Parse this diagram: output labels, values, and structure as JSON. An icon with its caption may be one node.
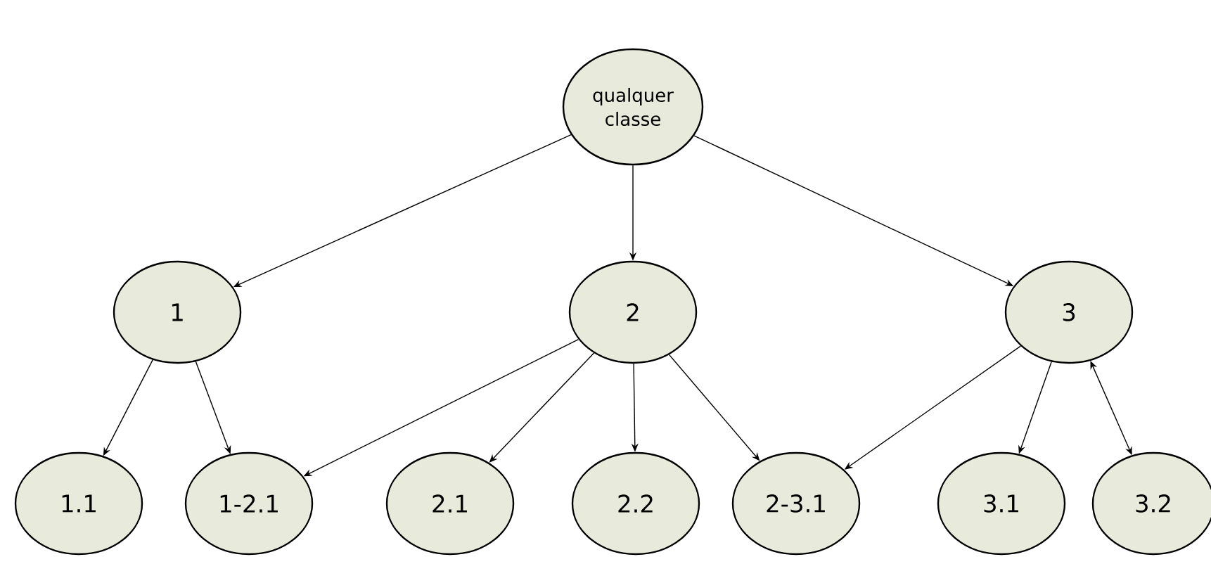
{
  "diagram": {
    "nodes": [
      {
        "text": [
          "qualquer classe"
        ]
      },
      {
        "text": [
          "1"
        ]
      },
      {
        "text": [
          "2"
        ]
      },
      {
        "text": [
          "3"
        ]
      },
      {
        "text": [
          "1.1"
        ]
      },
      {
        "text": [
          "1-2.1"
        ]
      },
      {
        "text": [
          "2.1"
        ]
      },
      {
        "text": [
          "2.2"
        ]
      },
      {
        "text": [
          "2-3.1"
        ]
      },
      {
        "text": [
          "3.1"
        ]
      },
      {
        "text": [
          "3.2"
        ]
      }
    ],
    "edges": [
      {
        "from": 0,
        "to": 1,
        "arrow": "to"
      },
      {
        "from": 0,
        "to": 2,
        "arrow": "to"
      },
      {
        "from": 0,
        "to": 3,
        "arrow": "to"
      },
      {
        "from": 1,
        "to": 4,
        "arrow": "to"
      },
      {
        "from": 1,
        "to": 5,
        "arrow": "to"
      },
      {
        "from": 2,
        "to": 5,
        "arrow": "to"
      },
      {
        "from": 2,
        "to": 6,
        "arrow": "to"
      },
      {
        "from": 2,
        "to": 7,
        "arrow": "to"
      },
      {
        "from": 2,
        "to": 8,
        "arrow": "to"
      },
      {
        "from": 3,
        "to": 8,
        "arrow": "to"
      },
      {
        "from": 3,
        "to": 9,
        "arrow": "to"
      },
      {
        "from": 3,
        "to": 10,
        "arrow": "both"
      }
    ]
  }
}
